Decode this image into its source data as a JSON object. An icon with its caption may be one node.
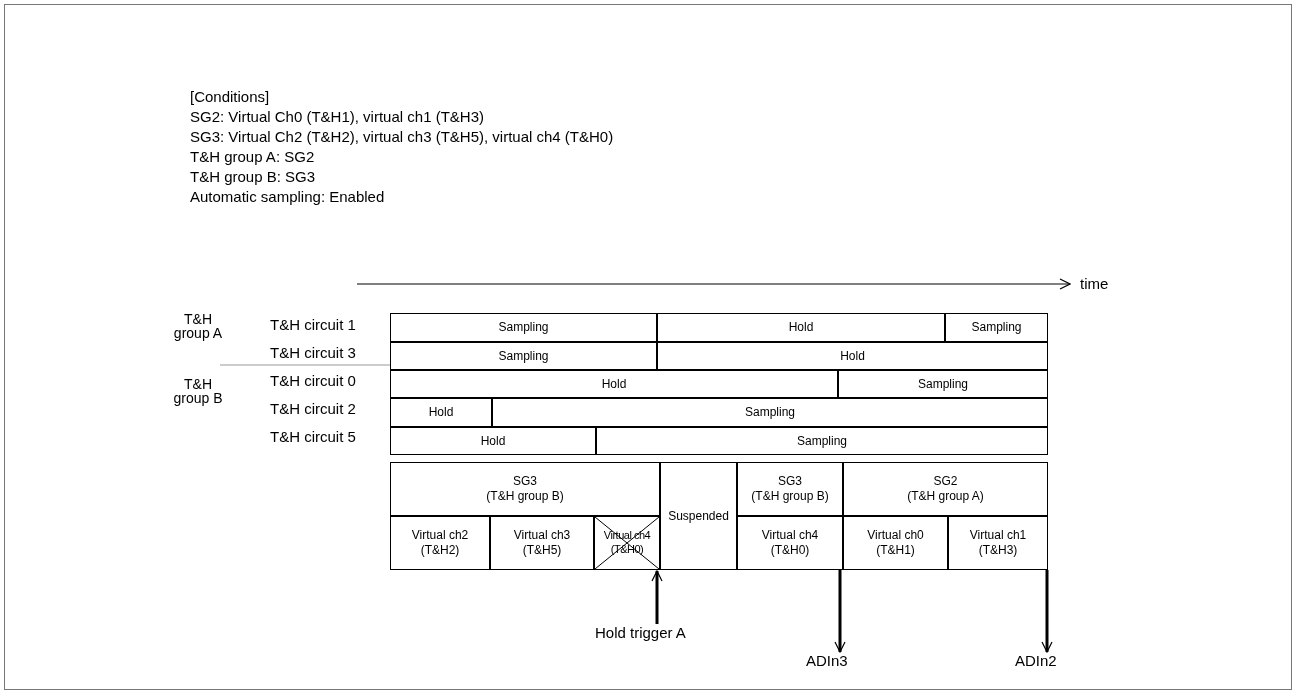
{
  "diagram": {
    "nodes": [
      {
        "text": [
          "Sampling"
        ]
      },
      {
        "text": [
          "Hold"
        ]
      },
      {
        "text": [
          "Sampling"
        ]
      },
      {
        "text": [
          "Sampling"
        ]
      },
      {
        "text": [
          "Hold"
        ]
      },
      {
        "text": [
          "Hold"
        ]
      },
      {
        "text": [
          "Sampling"
        ]
      },
      {
        "text": [
          "Hold"
        ]
      },
      {
        "text": [
          "Sampling"
        ]
      },
      {
        "text": [
          "Hold"
        ]
      },
      {
        "text": [
          "Sampling"
        ]
      },
      {
        "text": [
          "SG3",
          "(T&H group B)"
        ]
      },
      {
        "text": [
          "Suspended"
        ]
      },
      {
        "text": [
          "SG3",
          "(T&H group B)"
        ]
      },
      {
        "text": [
          "SG2",
          "(T&H group A)"
        ]
      },
      {
        "text": [
          "Virtual ch2 (T&H2)"
        ]
      },
      {
        "text": [
          "Virtual ch3 (T&H5)"
        ]
      },
      {
        "text": [
          "Virtual ch4 (T&H0)"
        ]
      },
      {
        "text": [
          "Virtual ch4 (T&H0)"
        ]
      },
      {
        "text": [
          "Virtual ch0 (T&H1)"
        ]
      },
      {
        "text": [
          "Virtual ch1 (T&H3)"
        ]
      },
      {
        "text": [
          "Hold trigger A"
        ]
      },
      {
        "text": [
          "ADIn3"
        ]
      },
      {
        "text": [
          "ADIn2"
        ]
      }
    ],
    "edges": [
      {
        "from": 21,
        "to": 17,
        "arrow": "to"
      },
      {
        "from": 18,
        "to": 22,
        "arrow": "to"
      },
      {
        "from": 20,
        "to": 23,
        "arrow": "to"
      }
    ],
    "labels": [
      "[Conditions]",
      "SG2: Virtual Ch0 (T&H1), virtual ch1 (T&H3)",
      "SG3: Virtual Ch2 (T&H2), virtual ch3 (T&H5), virtual ch4 (T&H0)",
      "T&H group A: SG2",
      "T&H group B: SG3",
      "Automatic sampling: Enabled",
      "time",
      "T&H group A",
      "T&H circuit 1",
      "T&H circuit 3",
      "T&H group B",
      "T&H circuit 0",
      "T&H circuit 2",
      "T&H circuit 5"
    ]
  }
}
